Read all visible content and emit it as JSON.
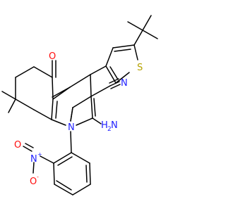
{
  "atoms": {
    "sulfur": "S",
    "nitrile_n": "N",
    "ring_n": "N",
    "nitro_n": "N",
    "nitro_n_charge": "+",
    "nitro_o_top": "O",
    "nitro_o_bottom": "O",
    "nitro_o_charge": "-",
    "carbonyl_o": "O",
    "amino_h": "H",
    "amino_h_count": "2",
    "amino_n": "N"
  },
  "colors": {
    "bond": "#000000",
    "carbon": "#000000",
    "sulfur": "#b5a200",
    "nitrogen": "#1f1fff",
    "oxygen": "#ff0d0d"
  }
}
